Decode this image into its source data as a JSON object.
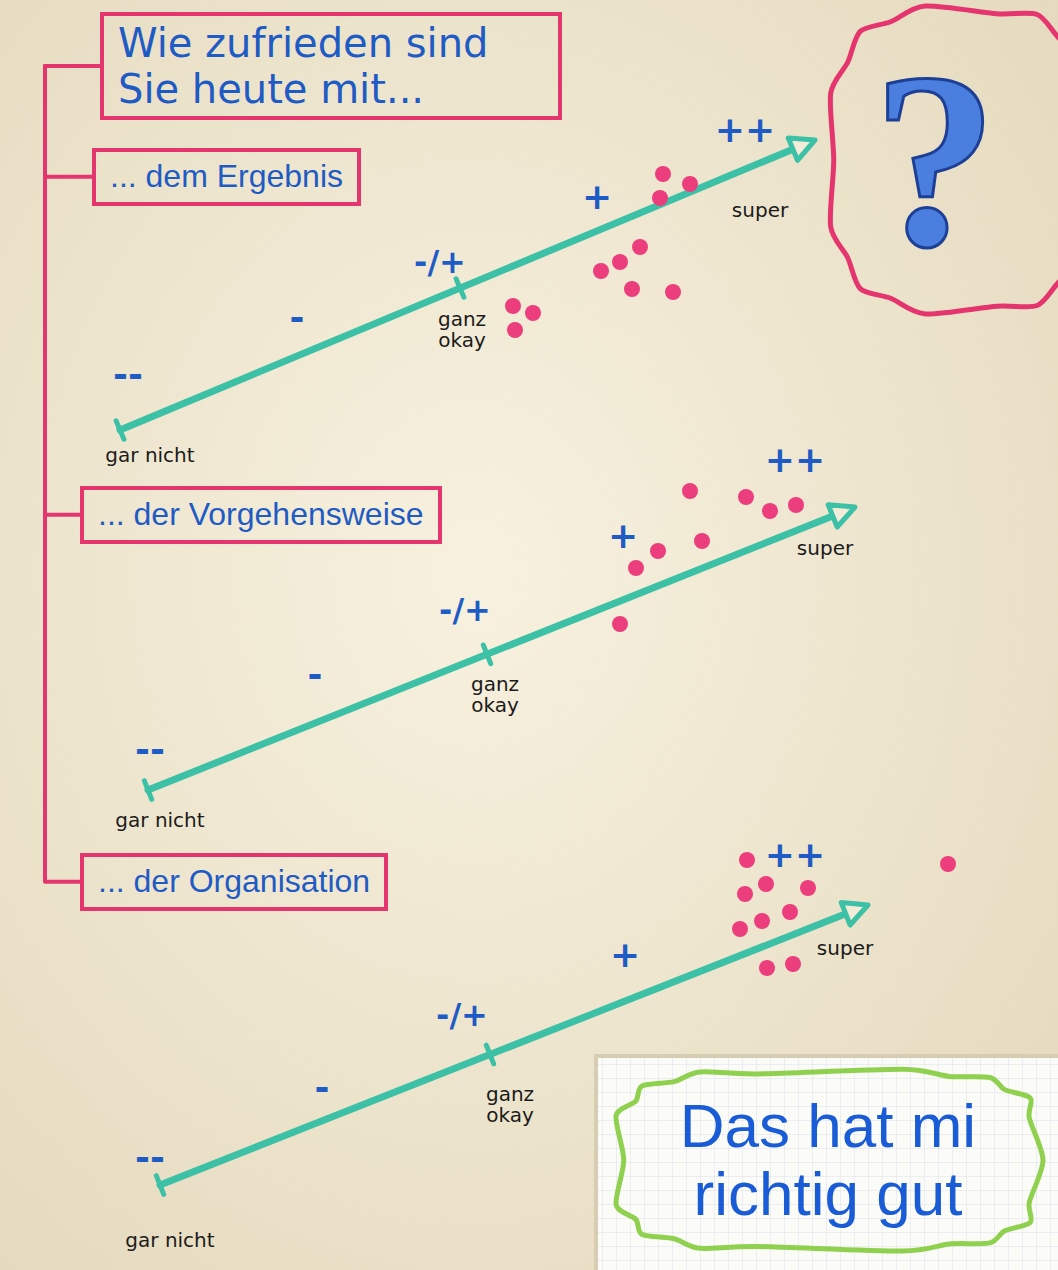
{
  "diagram": {
    "nodes": [
      {
        "text": [
          "Wie zufrieden sind Sie heute mit..."
        ]
      },
      {
        "text": [
          "... dem Ergebnis"
        ]
      },
      {
        "text": [
          "... der Vorgehensweise"
        ]
      },
      {
        "text": [
          "... der Organisation"
        ]
      },
      {
        "text": [
          "Das hat mi richtig gut"
        ]
      }
    ],
    "edges": [
      {
        "from": 0,
        "to": 1,
        "arrow": "none"
      },
      {
        "from": 0,
        "to": 2,
        "arrow": "none"
      },
      {
        "from": 0,
        "to": 3,
        "arrow": "none"
      }
    ],
    "labels": [
      "?",
      "++",
      "+",
      "super",
      "-/+",
      "-",
      "ganz okay",
      "--",
      "gar nicht",
      "++",
      "+",
      "super",
      "-/+",
      "-",
      "ganz okay",
      "--",
      "gar nicht",
      "++",
      "+",
      "super",
      "-/+",
      "-",
      "ganz okay",
      "--",
      "gar nicht"
    ]
  }
}
